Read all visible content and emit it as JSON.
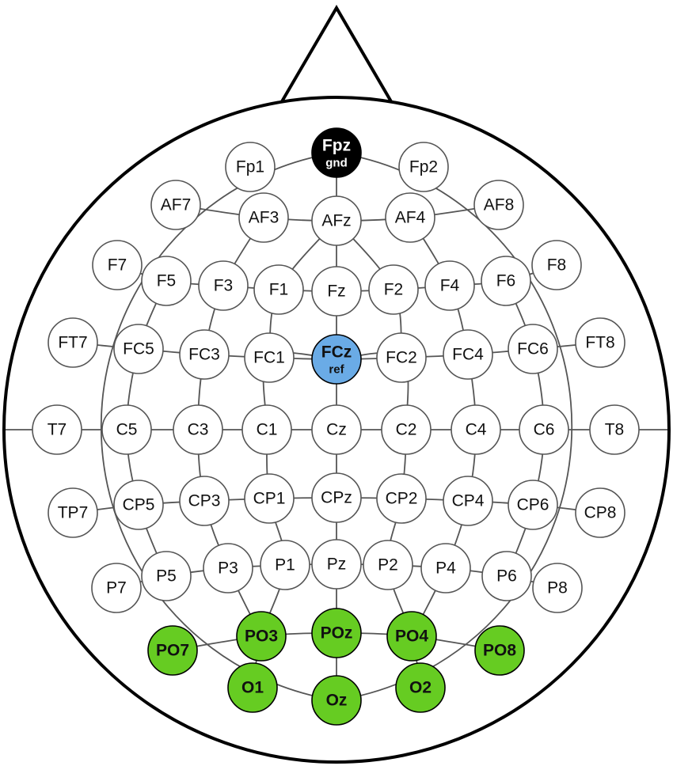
{
  "diagram": {
    "colors": {
      "default_fill": "#ffffff",
      "ground_fill": "#000000",
      "reference_fill": "#6aabe6",
      "highlight_fill": "#66cc22",
      "line": "#555555",
      "outline": "#000000"
    },
    "electrodes": [
      {
        "label": "Fpz",
        "sub": "gnd",
        "kind": "ground"
      },
      {
        "label": "Fp1",
        "kind": "normal"
      },
      {
        "label": "Fp2",
        "kind": "normal"
      },
      {
        "label": "AF7",
        "kind": "normal"
      },
      {
        "label": "AF3",
        "kind": "normal"
      },
      {
        "label": "AFz",
        "kind": "normal"
      },
      {
        "label": "AF4",
        "kind": "normal"
      },
      {
        "label": "AF8",
        "kind": "normal"
      },
      {
        "label": "F7",
        "kind": "normal"
      },
      {
        "label": "F5",
        "kind": "normal"
      },
      {
        "label": "F3",
        "kind": "normal"
      },
      {
        "label": "F1",
        "kind": "normal"
      },
      {
        "label": "Fz",
        "kind": "normal"
      },
      {
        "label": "F2",
        "kind": "normal"
      },
      {
        "label": "F4",
        "kind": "normal"
      },
      {
        "label": "F6",
        "kind": "normal"
      },
      {
        "label": "F8",
        "kind": "normal"
      },
      {
        "label": "FT7",
        "kind": "normal"
      },
      {
        "label": "FC5",
        "kind": "normal"
      },
      {
        "label": "FC3",
        "kind": "normal"
      },
      {
        "label": "FC1",
        "kind": "normal"
      },
      {
        "label": "FCz",
        "sub": "ref",
        "kind": "reference"
      },
      {
        "label": "FC2",
        "kind": "normal"
      },
      {
        "label": "FC4",
        "kind": "normal"
      },
      {
        "label": "FC6",
        "kind": "normal"
      },
      {
        "label": "FT8",
        "kind": "normal"
      },
      {
        "label": "T7",
        "kind": "normal"
      },
      {
        "label": "C5",
        "kind": "normal"
      },
      {
        "label": "C3",
        "kind": "normal"
      },
      {
        "label": "C1",
        "kind": "normal"
      },
      {
        "label": "Cz",
        "kind": "normal"
      },
      {
        "label": "C2",
        "kind": "normal"
      },
      {
        "label": "C4",
        "kind": "normal"
      },
      {
        "label": "C6",
        "kind": "normal"
      },
      {
        "label": "T8",
        "kind": "normal"
      },
      {
        "label": "TP7",
        "kind": "normal"
      },
      {
        "label": "CP5",
        "kind": "normal"
      },
      {
        "label": "CP3",
        "kind": "normal"
      },
      {
        "label": "CP1",
        "kind": "normal"
      },
      {
        "label": "CPz",
        "kind": "normal"
      },
      {
        "label": "CP2",
        "kind": "normal"
      },
      {
        "label": "CP4",
        "kind": "normal"
      },
      {
        "label": "CP6",
        "kind": "normal"
      },
      {
        "label": "CP8",
        "kind": "normal"
      },
      {
        "label": "P7",
        "kind": "normal"
      },
      {
        "label": "P5",
        "kind": "normal"
      },
      {
        "label": "P3",
        "kind": "normal"
      },
      {
        "label": "P1",
        "kind": "normal"
      },
      {
        "label": "Pz",
        "kind": "normal"
      },
      {
        "label": "P2",
        "kind": "normal"
      },
      {
        "label": "P4",
        "kind": "normal"
      },
      {
        "label": "P6",
        "kind": "normal"
      },
      {
        "label": "P8",
        "kind": "normal"
      },
      {
        "label": "PO7",
        "kind": "highlight"
      },
      {
        "label": "PO3",
        "kind": "highlight"
      },
      {
        "label": "POz",
        "kind": "highlight"
      },
      {
        "label": "PO4",
        "kind": "highlight"
      },
      {
        "label": "PO8",
        "kind": "highlight"
      },
      {
        "label": "O1",
        "kind": "highlight"
      },
      {
        "label": "Oz",
        "kind": "highlight"
      },
      {
        "label": "O2",
        "kind": "highlight"
      }
    ]
  }
}
